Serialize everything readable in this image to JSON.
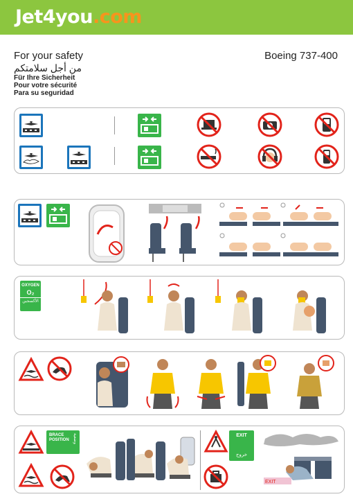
{
  "header": {
    "brand_name": "Jet4you",
    "brand_suffix": ".com",
    "brand_color": "#8cc63f",
    "brand_accent": "#f7941d"
  },
  "safety": {
    "title_en": "For your safety",
    "title_ar": "من أجل سلامتكم",
    "title_de": "Für Ihre Sicherheit",
    "title_fr": "Pour votre sécurité",
    "title_es": "Para su seguridad"
  },
  "aircraft": {
    "model": "Boeing 737-400"
  },
  "panels": {
    "oxygen": {
      "label": "OXYGEN",
      "formula": "O₂",
      "label_ar": "الأكسجين"
    },
    "brace": {
      "label_line1": "BRACE",
      "label_line2": "POSITION",
      "label_ar": "وضعية"
    },
    "exit": {
      "label": "EXIT",
      "label_ar": "خروج",
      "door_label": "EXIT"
    }
  },
  "icons": [
    "takeoff-land-icon",
    "electronics-off-icon",
    "no-laptop-icon",
    "no-camera-icon",
    "no-game-device-icon",
    "ditching-icon",
    "no-smoking-icon",
    "no-headphones-icon",
    "no-mobile-phone-icon",
    "evacuation-slide-icon",
    "no-high-heels-icon",
    "no-baggage-icon"
  ],
  "colors": {
    "prohibit_red": "#e2231a",
    "safety_blue": "#1b75bb",
    "safety_green": "#39b54a",
    "panel_border": "#b9b9b9"
  }
}
